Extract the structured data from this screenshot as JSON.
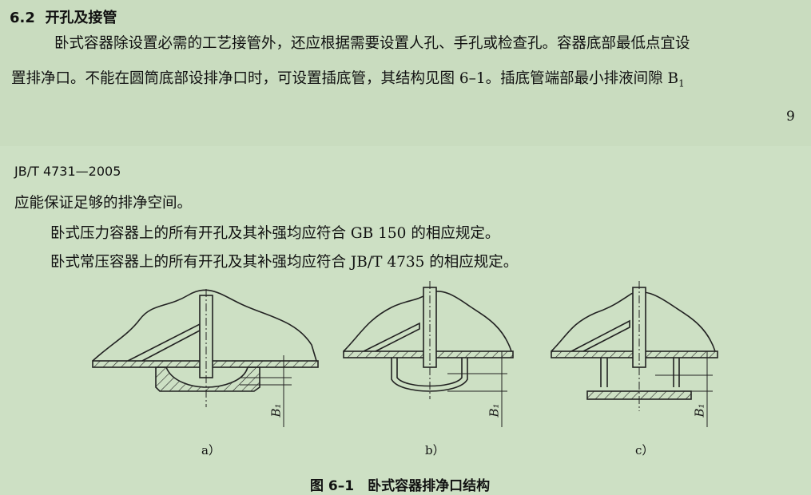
{
  "page1": {
    "section_number": "6.2",
    "section_title": "开孔及接管",
    "para_line1": "卧式容器除设置必需的工艺接管外，还应根据需要设置人孔、手孔或检查孔。容器底部最低点宜设",
    "para_line2": "置排净口。不能在圆筒底部设排净口时，可设置插底管，其结构见图 6–1。插底管端部最小排液间隙 B",
    "para_line2_sub": "1",
    "page_number": "9"
  },
  "page2": {
    "header": "JB/T 4731—2005",
    "line1": "应能保证足够的排净空间。",
    "line2": "卧式压力容器上的所有开孔及其补强均应符合 GB 150 的相应规定。",
    "line3": "卧式常压容器上的所有开孔及其补强均应符合 JB/T 4735 的相应规定。",
    "figure": {
      "dim_label": "B₁",
      "sub_captions": [
        "a）",
        "b）",
        "c）"
      ],
      "caption": "图 6–1　卧式容器排净口结构"
    }
  }
}
